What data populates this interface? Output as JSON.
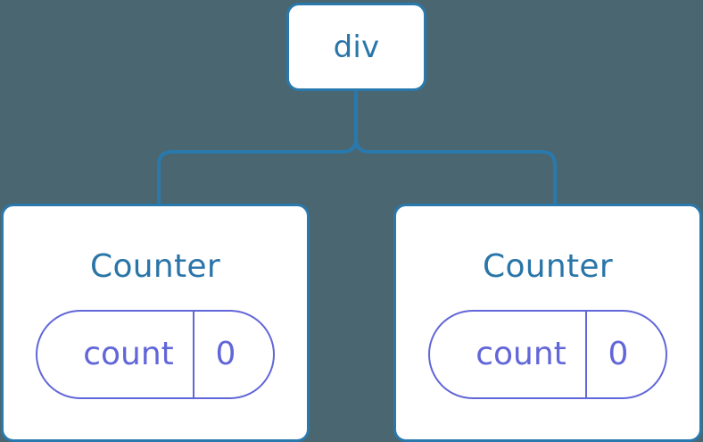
{
  "diagram": {
    "title": "component-tree",
    "background_color": "#4a6670",
    "node_border_color": "#2a79ad",
    "node_fill_color": "#ffffff",
    "node_label_color": "#2a75a8",
    "connector_color": "#2a79ad",
    "state_stroke_color": "#6166d8",
    "state_text_color": "#6166d8"
  },
  "root": {
    "label": "div"
  },
  "children": [
    {
      "label": "Counter",
      "state": {
        "key": "count",
        "value": "0"
      }
    },
    {
      "label": "Counter",
      "state": {
        "key": "count",
        "value": "0"
      }
    }
  ]
}
